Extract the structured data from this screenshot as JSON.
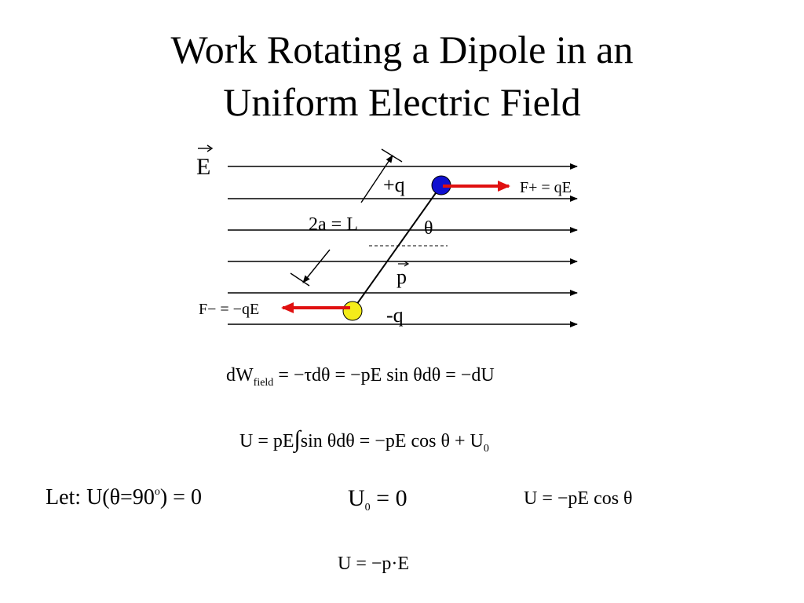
{
  "slide": {
    "title_line1": "Work Rotating a Dipole in an",
    "title_line2": "Uniform Electric Field"
  },
  "diagram": {
    "field_label": "E",
    "plus_charge_label": "+q",
    "minus_charge_label": "-q",
    "length_label": "2a = L",
    "angle_label": "θ",
    "dipole_label": "p",
    "force_plus_label": "F+ = qE",
    "force_minus_label": "F− = −qE",
    "colors": {
      "positive_charge": "#1010d0",
      "negative_charge": "#f4ec1a",
      "force_arrow": "#e01010"
    }
  },
  "equations": {
    "dw_lhs": "dW",
    "dw_sub": "field",
    "dw_rhs": " = −τdθ = −pE sin θdθ = −dU",
    "u_integral_lhs": "U = pE",
    "u_integral_rhs": "sin θdθ = −pE cos θ + U",
    "u_integral_sub": "0",
    "let_prefix": "Let:  U(θ=90",
    "let_sup": "o",
    "let_suffix": ") = 0",
    "u0_lhs": "U",
    "u0_sub": "0",
    "u0_rhs": " = 0",
    "u_cos": "U = −pE cos θ",
    "u_dot": "U = −p·E"
  }
}
